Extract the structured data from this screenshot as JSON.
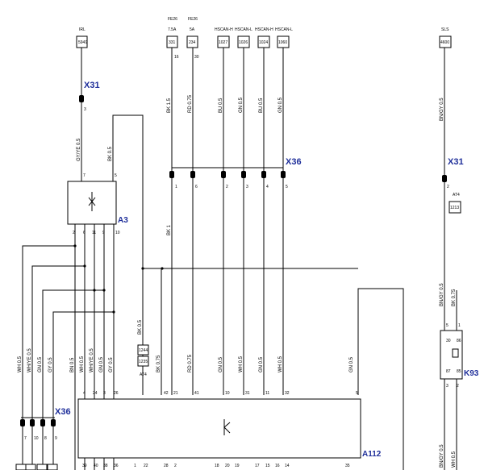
{
  "top_refs": {
    "irl": {
      "label": "IRL",
      "box": "5949"
    },
    "fe26a": {
      "label1": "FE26",
      "label2": "7.5A",
      "box": "331",
      "pin": "16"
    },
    "fe26b": {
      "label1": "FE26",
      "label2": "5A",
      "box": "234",
      "pin": "30"
    },
    "hscan1": {
      "label": "HSCAN-H",
      "box": "1027"
    },
    "hscan2": {
      "label": "HSCAN-L",
      "box": "1026"
    },
    "hscan3": {
      "label": "HSCAN-H",
      "box": "1024"
    },
    "hscan4": {
      "label": "HSCAN-L",
      "box": "1060"
    },
    "sls": {
      "label": "SLS",
      "box": "4600"
    }
  },
  "connectors": {
    "x31_left": {
      "name": "X31",
      "pin": "3"
    },
    "x31_right": {
      "name": "X31",
      "pin": "2"
    },
    "x36_top": {
      "name": "X36",
      "pins": [
        "1",
        "6",
        "2",
        "3",
        "4",
        "5"
      ]
    },
    "x36_bottom": {
      "name": "X36",
      "pins": [
        "7",
        "10",
        "8",
        "9"
      ]
    }
  },
  "components": {
    "a3": {
      "name": "A3",
      "top_pins": [
        "7",
        "5"
      ],
      "bottom_pins": [
        "2",
        "6",
        "11",
        "9",
        "10"
      ]
    },
    "a112": {
      "name": "A112",
      "top_pins": [
        "4",
        "24",
        "3",
        "26",
        "42",
        "21",
        "41",
        "10",
        "31",
        "11",
        "32",
        "5"
      ],
      "bottom_pins": [
        "39",
        "40",
        "38",
        "36",
        "1",
        "22",
        "28",
        "2",
        "18",
        "20",
        "19",
        "17",
        "15",
        "16",
        "14",
        "35"
      ]
    },
    "k93": {
      "name": "K93",
      "pins": [
        "5",
        "1",
        "30",
        "86",
        "87",
        "85",
        "3",
        "2"
      ]
    }
  },
  "wire_labels": {
    "gy_ye_05": "GY/YE 0.5",
    "bk_05_a3": "BK 0.5",
    "bk_15": "BK 1.5",
    "rd_075_top": "RD 0.75",
    "bu_05_a": "BU 0.5",
    "gn_05_a": "GN 0.5",
    "bu_05_b": "BU 0.5",
    "gn_05_b": "GN 0.5",
    "bn_gy_05_top": "BN/GY 0.5",
    "bk_1": "BK 1",
    "wh_05": "WH 0.5",
    "wh_ye_05_a": "WH/YE 0.5",
    "gn_05_c": "GN 0.5",
    "gy_05": "GY 0.5",
    "bn_05": "BN 0.5",
    "wh_05_b": "WH 0.5",
    "wh_ye_05_b": "WH/YE 0.5",
    "gn_05_d": "GN 0.5",
    "gy_05_b": "GY 0.5",
    "bk_05_at4": "BK 0.5",
    "bk_075": "BK 0.75",
    "rd_075": "RD 0.75",
    "gn_05_e": "GN 0.5",
    "wh_05_c": "WH 0.5",
    "gn_05_f": "GN 0.5",
    "wh_05_d": "WH 0.5",
    "gn_05_g": "GN 0.5",
    "bn_gy_05_mid": "BN/GY 0.5",
    "bk_075_k93": "BK 0.75",
    "bn_gy_05_bot": "BN/GY 0.5",
    "wh_05_k93": "WH 0.5"
  },
  "at4_left": {
    "name": "AT4",
    "box1": "1244",
    "box2": "1235"
  },
  "at4_right": {
    "name": "AT4",
    "box": "1213"
  }
}
